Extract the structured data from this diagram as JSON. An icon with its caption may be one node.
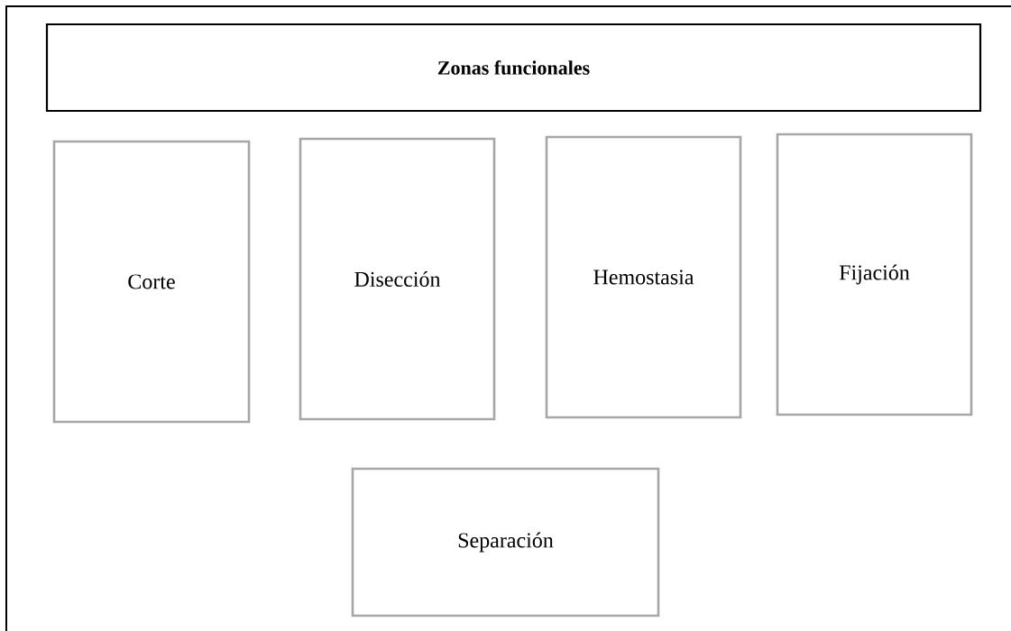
{
  "diagram": {
    "nodes": [
      {
        "text": [
          "Zonas funcionales"
        ]
      },
      {
        "text": [
          "Corte"
        ]
      },
      {
        "text": [
          "Disección"
        ]
      },
      {
        "text": [
          "Hemostasia"
        ]
      },
      {
        "text": [
          "Fijación"
        ]
      },
      {
        "text": [
          "Separación"
        ]
      }
    ]
  }
}
